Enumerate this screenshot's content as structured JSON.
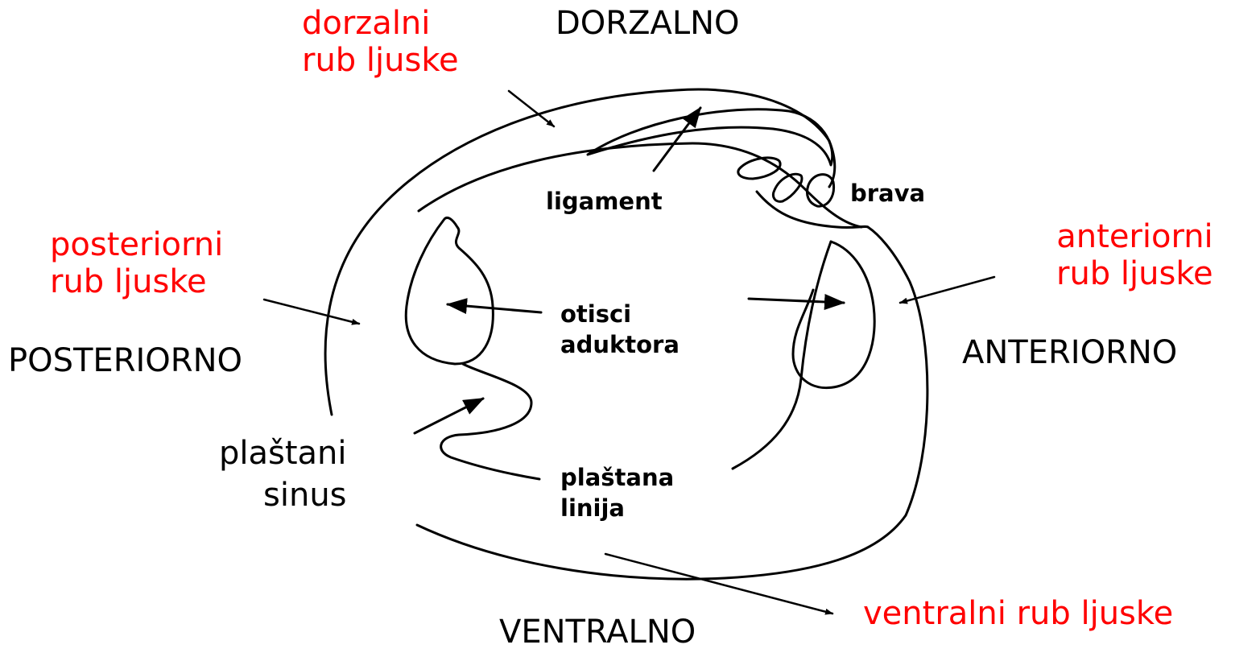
{
  "colors": {
    "line": "#000000",
    "red_label": "#ff0000",
    "background": "#ffffff"
  },
  "directions": {
    "dorsal": "DORZALNO",
    "ventral": "VENTRALNO",
    "posterior": "POSTERIORNO",
    "anterior": "ANTERIORNO"
  },
  "margins": {
    "dorsal": [
      "dorzalni",
      "rub ljuske"
    ],
    "posterior": [
      "posteriorni",
      "rub ljuske"
    ],
    "anterior": [
      "anteriorni",
      "rub ljuske"
    ],
    "ventral": "ventralni rub ljuske"
  },
  "structures": {
    "ligament": "ligament",
    "hinge": "brava",
    "adductor_scars": [
      "otisci",
      "aduktora"
    ],
    "pallial_line": [
      "plaštana",
      "linija"
    ],
    "pallial_sinus": [
      "plaštani",
      "sinus"
    ]
  }
}
